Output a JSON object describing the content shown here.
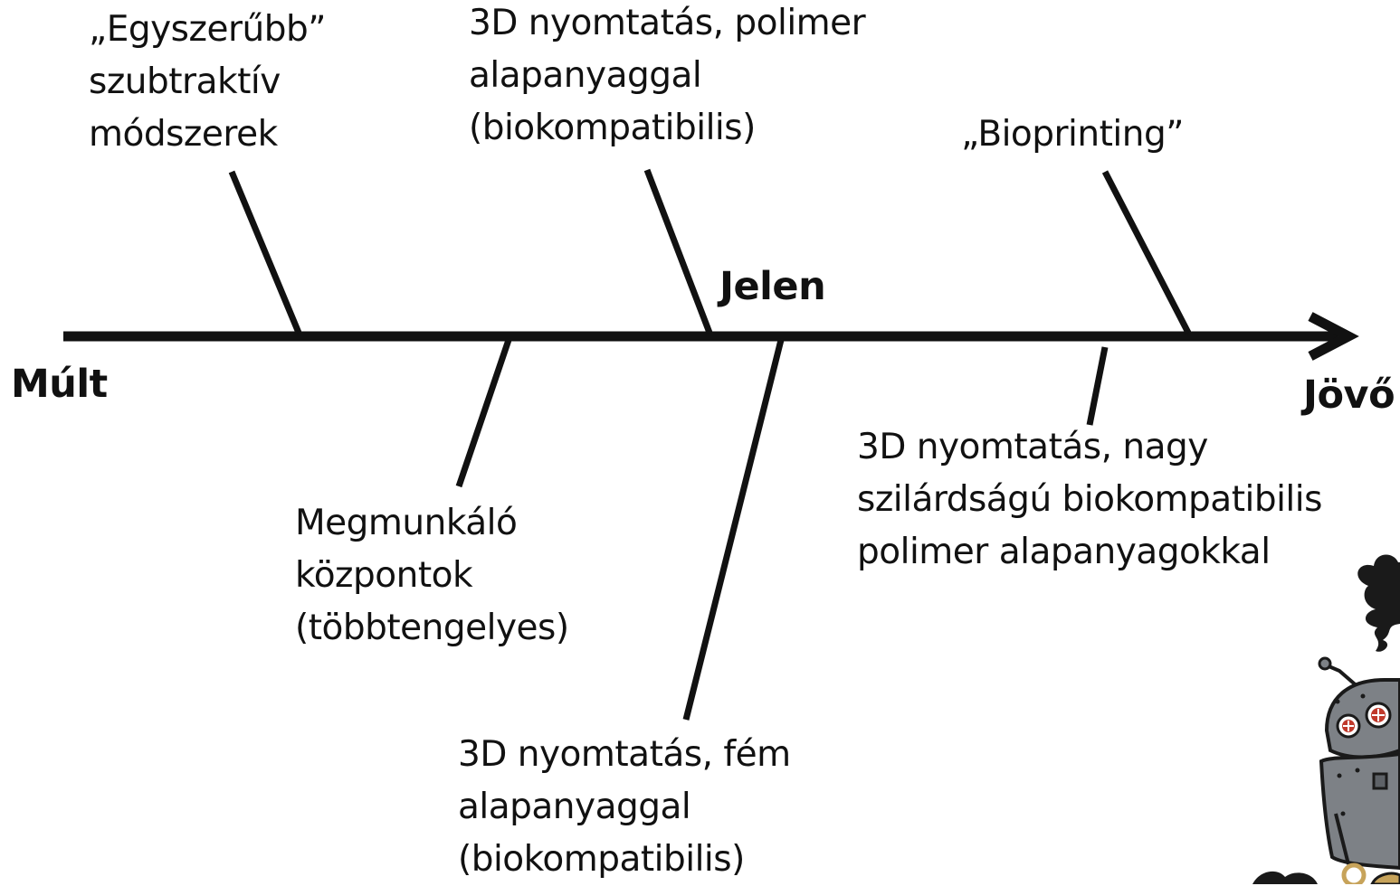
{
  "timeline": {
    "start_label": "Múlt",
    "present_label": "Jelen",
    "end_label": "Jövő"
  },
  "above": [
    {
      "lines": [
        "„Egyszerűbb”",
        "szubtraktív",
        "módszerek"
      ]
    },
    {
      "lines": [
        "3D nyomtatás, polimer",
        "alapanyaggal",
        "(biokompatibilis)"
      ]
    },
    {
      "lines": [
        "„Bioprinting”"
      ]
    }
  ],
  "below": [
    {
      "lines": [
        "Megmunkáló",
        "központok",
        "(többtengelyes)"
      ]
    },
    {
      "lines": [
        "3D nyomtatás, fém",
        "alapanyaggal",
        "(biokompatibilis)"
      ]
    },
    {
      "lines": [
        "3D nyomtatás, nagy",
        "szilárdságú biokompatibilis",
        "polimer alapanyagokkal"
      ]
    }
  ],
  "colors": {
    "line": "#111111",
    "robot_body": "#7d8186",
    "robot_outline": "#1a1a1a",
    "robot_eye": "#c0392b"
  },
  "icons": [
    "robot-icon",
    "smoke-icon"
  ]
}
